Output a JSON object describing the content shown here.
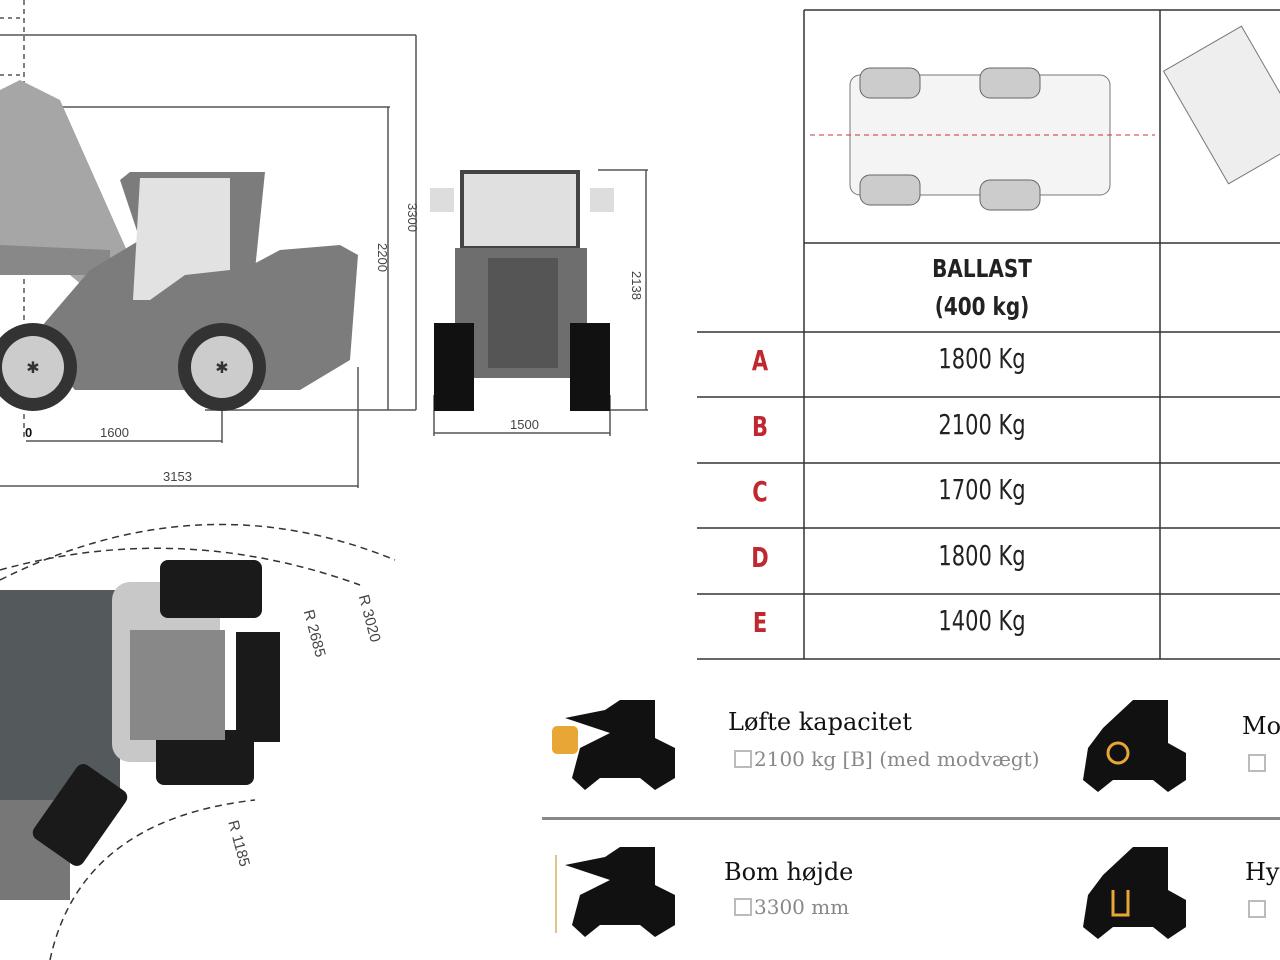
{
  "drawing": {
    "side_dims": {
      "height_total": "3300",
      "height_cab": "2200",
      "origin": "0",
      "wheelbase": "1600",
      "length": "3153"
    },
    "front_dims": {
      "height": "2138",
      "width": "1500"
    },
    "turning": {
      "outer_radius": "R 3020",
      "mid_radius": "R 2685",
      "inner_radius": "R 1185"
    }
  },
  "table": {
    "header": [
      "BALLAST",
      "(400 kg)"
    ],
    "rows": [
      {
        "label": "A",
        "value": "1800 Kg"
      },
      {
        "label": "B",
        "value": "2100 Kg"
      },
      {
        "label": "C",
        "value": "1700 Kg"
      },
      {
        "label": "D",
        "value": "1800 Kg"
      },
      {
        "label": "E",
        "value": "1400 Kg"
      }
    ],
    "accent": "#c0282f"
  },
  "features": [
    {
      "title": "Løfte kapacitet",
      "value": "2100 kg [B] (med modvægt)",
      "icon": "loader-weight-icon"
    },
    {
      "title": "Mo",
      "value": "",
      "icon": "loader-engine-icon"
    },
    {
      "title": "Bom højde",
      "value": "3300 mm",
      "icon": "loader-height-icon"
    },
    {
      "title": "Hy",
      "value": "",
      "icon": "loader-hydraulic-icon"
    }
  ]
}
